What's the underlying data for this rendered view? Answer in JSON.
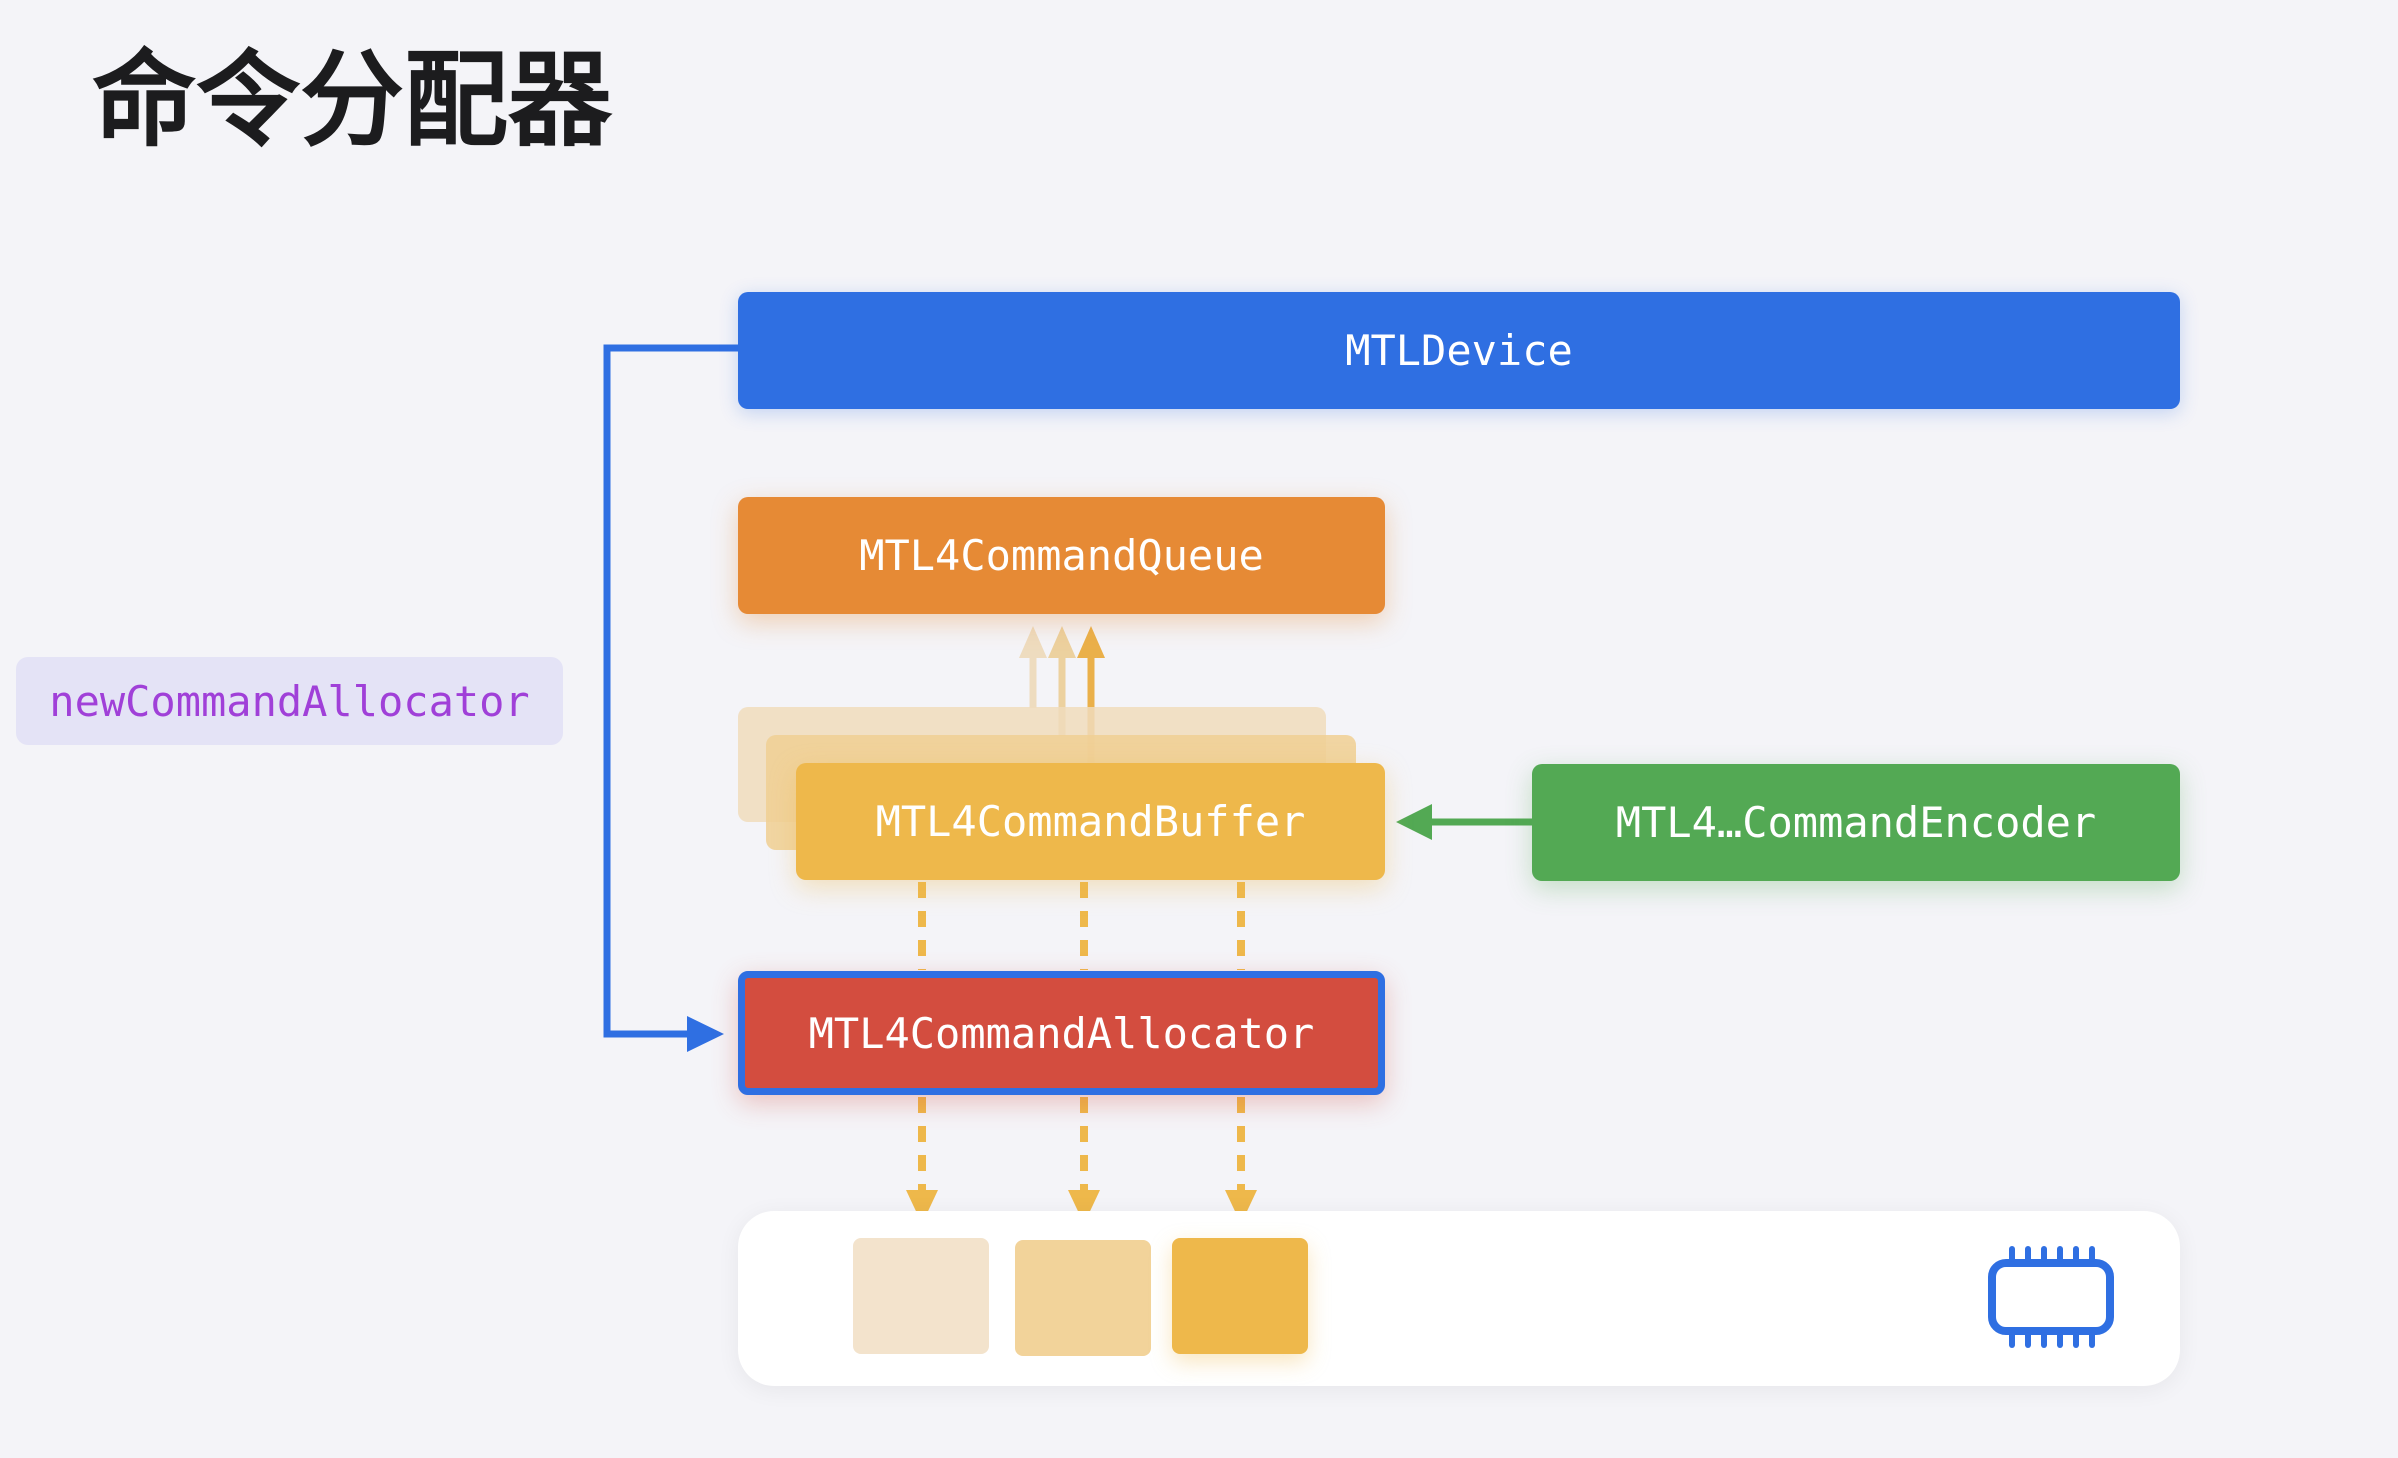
{
  "title": "命令分配器",
  "method_tag": "newCommandAllocator",
  "nodes": {
    "device": "MTLDevice",
    "queue": "MTL4CommandQueue",
    "buffer": "MTL4CommandBuffer",
    "encoder": "MTL4…CommandEncoder",
    "allocator": "MTL4CommandAllocator"
  },
  "colors": {
    "device": "#2f6fe2",
    "queue": "#e68a35",
    "buffer": "#eeb84b",
    "encoder": "#53a954",
    "allocator": "#d34d3f",
    "method_text": "#a040d8",
    "method_background": "#e4e3f6"
  },
  "icons": [
    "memory-chip-icon"
  ]
}
